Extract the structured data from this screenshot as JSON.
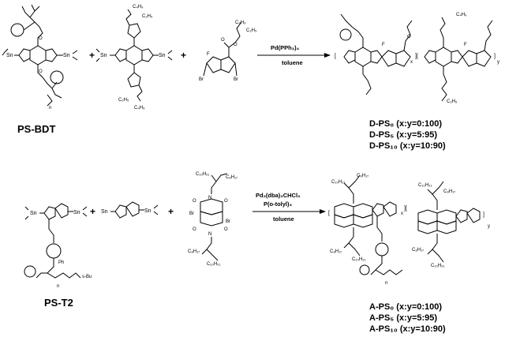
{
  "top": {
    "monomer1": {
      "name": "PS-BDT",
      "sn_left": "Sn",
      "sn_right": "Sn",
      "wedge": "n"
    },
    "monomer2": {
      "sn_left": "Sn",
      "sn_right": "Sn",
      "c4h9_top": "C₄H₉",
      "c2h5_top": "C₂H₅",
      "c2h5_bot": "C₂H₅",
      "c4h9_bot": "C₄H₉"
    },
    "monomer3": {
      "f": "F",
      "o1": "O",
      "o2": "O",
      "br_left": "Br",
      "br_right": "Br",
      "c4h9": "C₄H₉",
      "c2h5": "C₂H₅"
    },
    "reagent": "Pd(PPh₃)₄",
    "solvent": "toluene",
    "plus": "+",
    "product": {
      "f1": "F",
      "f2": "F",
      "o": "O",
      "x": "x",
      "y": "y",
      "c4h9": "C₄H₉",
      "c2h5": "C₂H₅",
      "labels": [
        "D-PS₀ (x:y=0:100)",
        "D-PS₅ (x:y=5:95)",
        "D-PS₁₀ (x:y=10:90)"
      ]
    }
  },
  "bottom": {
    "monomer1": {
      "name": "PS-T2",
      "sn_left": "Sn",
      "sn_right": "Sn",
      "ph": "Ph",
      "sbu": "s-Bu",
      "n": "n"
    },
    "monomer2": {
      "sn_left": "Sn",
      "sn_right": "Sn"
    },
    "monomer3": {
      "c10h21_top": "C₁₀H₂₁",
      "c8h17_top": "C₈H₁₇",
      "c8h17_bot": "C₈H₁₇",
      "c10h21_bot": "C₁₀H₂₁",
      "br_top": "Br",
      "br_bot": "Br",
      "o": "O",
      "n": "N"
    },
    "reagent1": "Pd₂(dba)₃CHCl₃",
    "reagent2": "P(o-tolyl)₃",
    "solvent": "toluene",
    "plus": "+",
    "product": {
      "x": "x",
      "y": "y",
      "n": "n",
      "c10h21": "C₁₀H₂₁",
      "c8h17": "C₈H₁₇",
      "labels": [
        "A-PS₀ (x:y=0:100)",
        "A-PS₅ (x:y=5:95)",
        "A-PS₁₀ (x:y=10:90)"
      ]
    }
  }
}
